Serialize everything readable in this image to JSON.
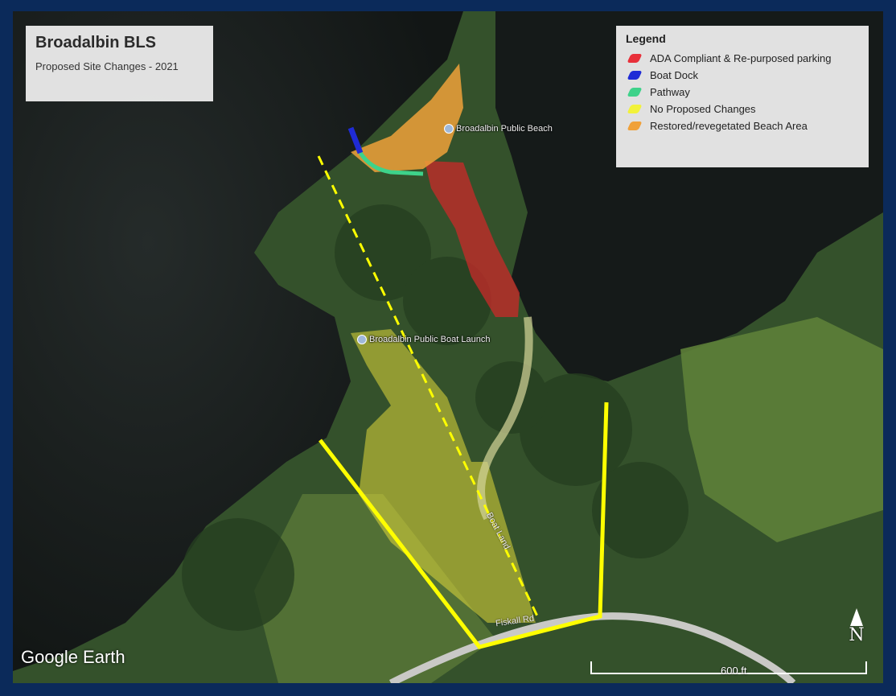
{
  "title": {
    "main": "Broadalbin BLS",
    "subtitle": "Proposed Site Changes - 2021"
  },
  "legend": {
    "heading": "Legend",
    "items": [
      {
        "label": "ADA Compliant & Re-purposed parking",
        "color": "#e8303a"
      },
      {
        "label": "Boat Dock",
        "color": "#1f2bd6"
      },
      {
        "label": "Pathway",
        "color": "#3ed28a"
      },
      {
        "label": "No Proposed Changes",
        "color": "#f2f23a"
      },
      {
        "label": "Restored/revegetated Beach Area",
        "color": "#f0a13a"
      }
    ]
  },
  "places": {
    "beach": "Broadalbin Public Beach",
    "launch": "Broadalbin Public Boat Launch"
  },
  "roads": {
    "boat_land": "Boat Land",
    "main_road": "Fiskall Rd"
  },
  "attribution": "Google Earth",
  "scale_bar": "600 ft",
  "north_label": "N",
  "colors": {
    "frame": "#0b2a5a",
    "water": "#1a1f1e",
    "forest": "#2e4a26",
    "field": "#5f7a3a",
    "boundary": "#ffff00"
  }
}
